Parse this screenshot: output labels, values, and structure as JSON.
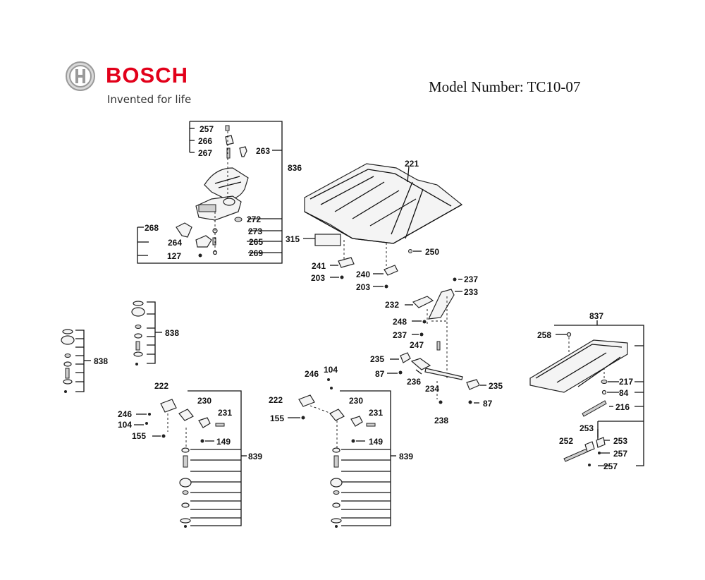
{
  "brand": {
    "name": "BOSCH",
    "tagline": "Invented for life",
    "color": "#e2001a"
  },
  "model_label": "Model Number: TC10-07",
  "callouts": {
    "c257a": "257",
    "c266": "266",
    "c267": "267",
    "c263": "263",
    "c836": "836",
    "c272": "272",
    "c268": "268",
    "c273": "273",
    "c264": "264",
    "c265": "265",
    "c127": "127",
    "c269": "269",
    "c221": "221",
    "c315": "315",
    "c250": "250",
    "c241": "241",
    "c203a": "203",
    "c240": "240",
    "c203b": "203",
    "c237a": "237",
    "c233": "233",
    "c232": "232",
    "c248": "248",
    "c237b": "237",
    "c247": "247",
    "c838a": "838",
    "c838b": "838",
    "c837": "837",
    "c258": "258",
    "c217": "217",
    "c84": "84",
    "c216": "216",
    "c253a": "253",
    "c252": "252",
    "c253b": "253",
    "c257b": "257",
    "c257c": "257",
    "c235a": "235",
    "c87a": "87",
    "c236": "236",
    "c234": "234",
    "c235b": "235",
    "c87b": "87",
    "c238": "238",
    "c222a": "222",
    "c230a": "230",
    "c231a": "231",
    "c246a": "246",
    "c104a": "104",
    "c155a": "155",
    "c149a": "149",
    "c839a": "839",
    "c246b": "246",
    "c104b": "104",
    "c222b": "222",
    "c230b": "230",
    "c231b": "231",
    "c155b": "155",
    "c149b": "149",
    "c839b": "839"
  }
}
